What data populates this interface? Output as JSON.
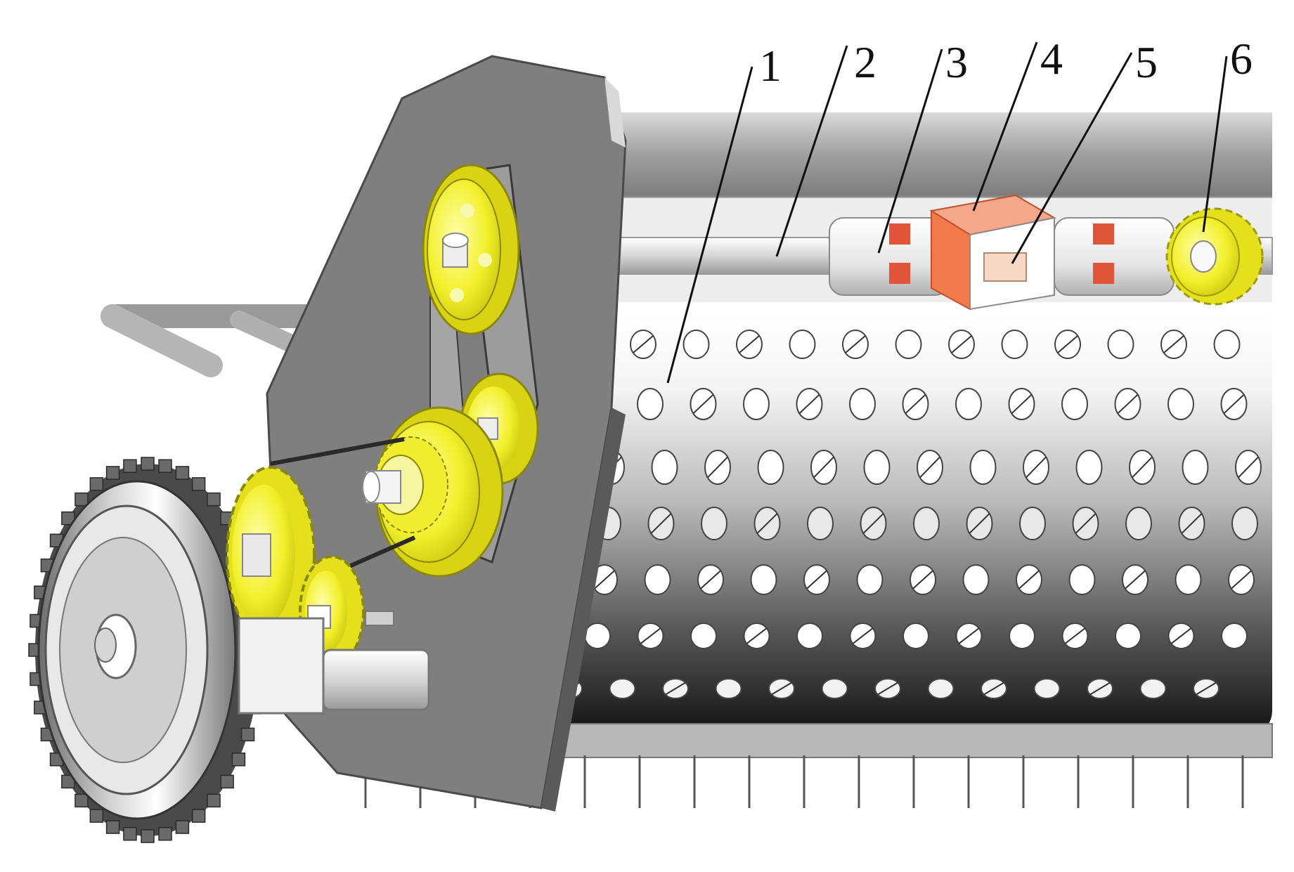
{
  "callouts": [
    {
      "number": "1",
      "part": "perforated-drum"
    },
    {
      "number": "2",
      "part": "drive-shaft"
    },
    {
      "number": "3",
      "part": "coupling"
    },
    {
      "number": "4",
      "part": "housing"
    },
    {
      "number": "5",
      "part": "sensor-block"
    },
    {
      "number": "6",
      "part": "end-sprocket"
    }
  ],
  "colors": {
    "plate": "#7f7f7f",
    "plate_dark": "#4a4a4a",
    "gear_yellow": "#f2ef2a",
    "accent_orange": "#f07a4a",
    "metal_light": "#f4f4f4",
    "metal_dark": "#1a1a1a",
    "ink": "#111111"
  }
}
